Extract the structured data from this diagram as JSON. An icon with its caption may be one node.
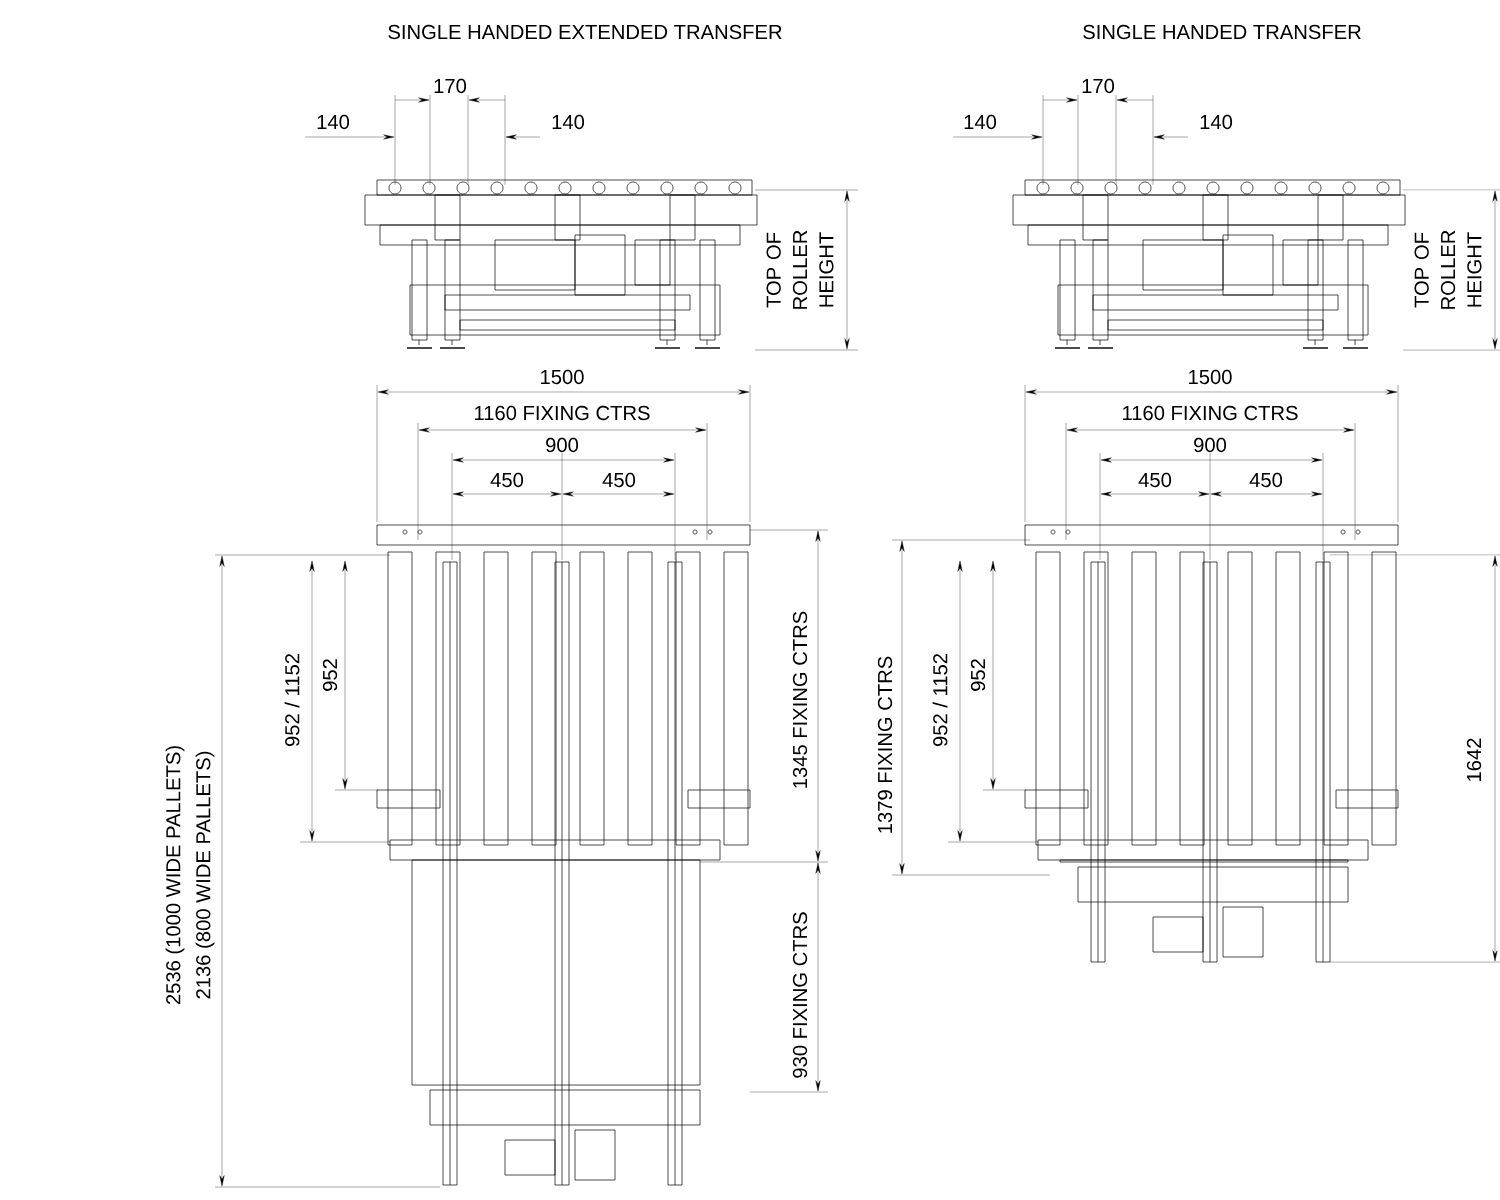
{
  "diagram": {
    "labels": [
      "SINGLE HANDED EXTENDED TRANSFER",
      "SINGLE HANDED TRANSFER",
      "170",
      "170",
      "140",
      "140",
      "140",
      "140",
      "TOP OF ROLLER HEIGHT",
      "TOP OF ROLLER HEIGHT",
      "1500",
      "1500",
      "1160 FIXING CTRS",
      "1160 FIXING CTRS",
      "900",
      "900",
      "450",
      "450",
      "450",
      "450",
      "952 / 1152",
      "952",
      "1345 FIXING CTRS",
      "2536 (1000 WIDE PALLETS)",
      "2136 (800 WIDE PALLETS)",
      "930 FIXING CTRS",
      "1379 FIXING CTRS",
      "952 / 1152",
      "952",
      "1642"
    ]
  }
}
